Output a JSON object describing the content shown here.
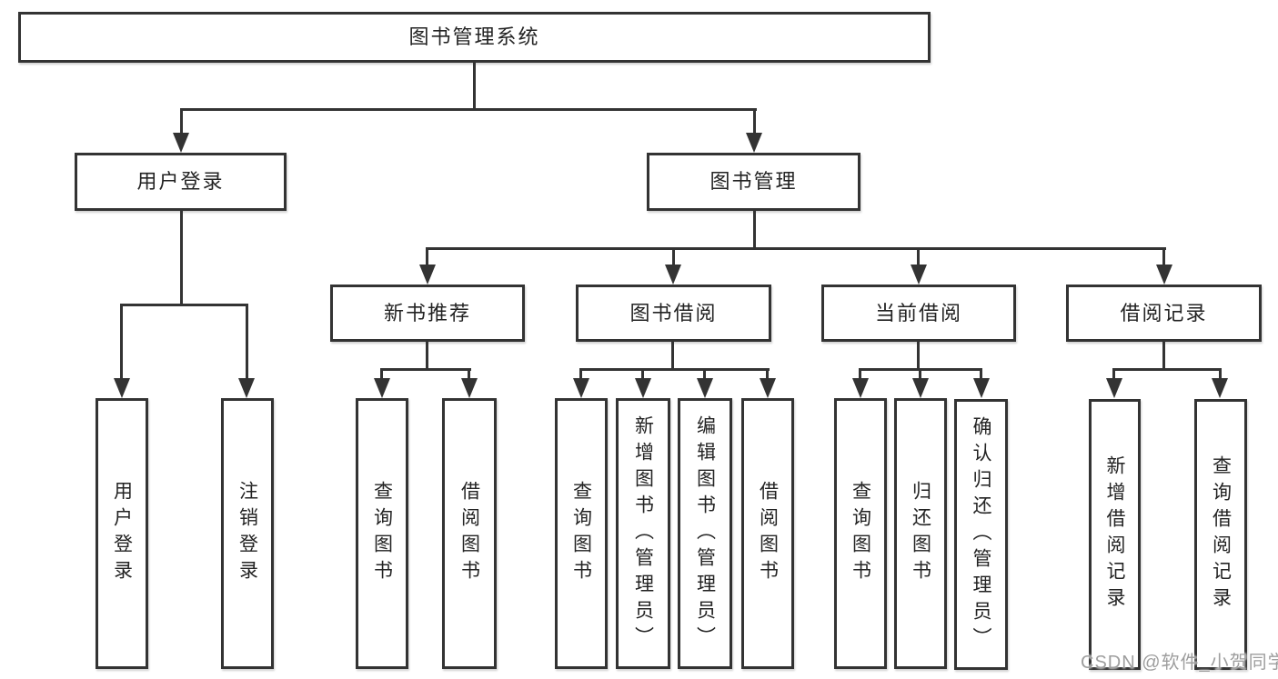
{
  "diagram_type": "hierarchy-tree",
  "watermark": "CSDN @软件_小贺同学",
  "colors": {
    "line": "#333333",
    "box_border": "#333333",
    "text": "#232323",
    "watermark": "#9e9e9e",
    "background": "#ffffff"
  },
  "tree": {
    "label": "图书管理系统",
    "children": [
      {
        "label": "用户登录",
        "children": [
          {
            "label": "用户登录"
          },
          {
            "label": "注销登录"
          }
        ]
      },
      {
        "label": "图书管理",
        "children": [
          {
            "label": "新书推荐",
            "children": [
              {
                "label": "查询图书"
              },
              {
                "label": "借阅图书"
              }
            ]
          },
          {
            "label": "图书借阅",
            "children": [
              {
                "label": "查询图书"
              },
              {
                "label": "新增图书（管理员）"
              },
              {
                "label": "编辑图书（管理员）"
              },
              {
                "label": "借阅图书"
              }
            ]
          },
          {
            "label": "当前借阅",
            "children": [
              {
                "label": "查询图书"
              },
              {
                "label": "归还图书"
              },
              {
                "label": "确认归还（管理员）"
              }
            ]
          },
          {
            "label": "借阅记录",
            "children": [
              {
                "label": "新增借阅记录"
              },
              {
                "label": "查询借阅记录"
              }
            ]
          }
        ]
      }
    ]
  }
}
